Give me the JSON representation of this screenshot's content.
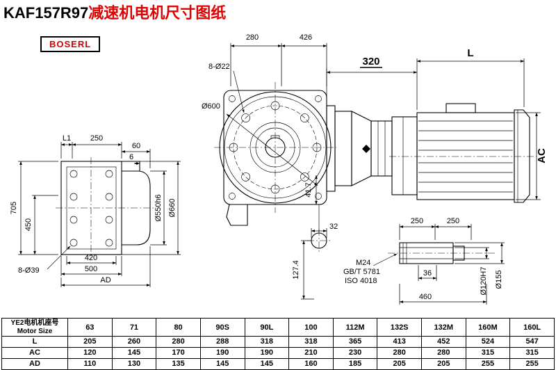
{
  "page": {
    "title_model": "KAF157R97",
    "title_suffix": "减速机电机尺寸图纸",
    "logo": "BOSERL"
  },
  "dims": {
    "l1": "L1",
    "d250": "250",
    "d60": "60",
    "d6": "6",
    "d705": "705",
    "d450": "450",
    "holes39": "8-Ø39",
    "d420": "420",
    "d500": "500",
    "ad": "AD",
    "d550": "Ø550h6",
    "d660": "Ø660",
    "d280": "280",
    "d426": "426",
    "holes22": "8-Ø22",
    "d600": "Ø600",
    "d417": "41.7",
    "d320": "320",
    "L": "L",
    "ac": "AC",
    "d32": "32",
    "d1274": "127.4",
    "d250a": "250",
    "d250b": "250",
    "m24": "M24",
    "gbt": "GB/T 5781",
    "iso": "ISO 4018",
    "d36": "36",
    "d460": "460",
    "d120": "Ø120H7",
    "d155": "Ø155"
  },
  "table": {
    "header_cn": "YE2电机机座号",
    "header_en": "Motor Size",
    "columns": [
      "63",
      "71",
      "80",
      "90S",
      "90L",
      "100",
      "112M",
      "132S",
      "132M",
      "160M",
      "160L"
    ],
    "rows": [
      {
        "label": "L",
        "values": [
          "205",
          "260",
          "280",
          "288",
          "318",
          "318",
          "365",
          "413",
          "452",
          "524",
          "547"
        ]
      },
      {
        "label": "AC",
        "values": [
          "120",
          "145",
          "170",
          "190",
          "190",
          "210",
          "230",
          "280",
          "280",
          "315",
          "315"
        ]
      },
      {
        "label": "AD",
        "values": [
          "110",
          "130",
          "135",
          "145",
          "145",
          "160",
          "185",
          "205",
          "205",
          "255",
          "255"
        ]
      }
    ]
  }
}
